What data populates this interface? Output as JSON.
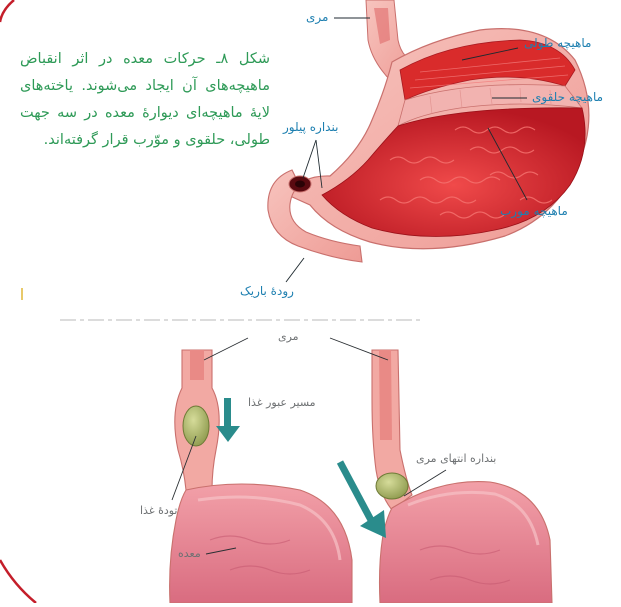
{
  "top_figure": {
    "caption": "شکل ۸ـ حرکات معده در اثر انقباض ماهیچه‌های آن ایجاد می‌شوند. یاخته‌های لایهٔ ماهیچه‌ای دیوارهٔ معده در سه جهت طولی، حلقوی و موّرب قرار گرفته‌اند.",
    "labels": {
      "esophagus": "مری",
      "longitudinal_muscle": "ماهیچه طولی",
      "circular_muscle": "ماهیچه حلقوی",
      "oblique_muscle": "ماهیچه مورب",
      "pyloric_sphincter": "بنداره پیلور",
      "small_intestine": "رودهٔ باریک"
    }
  },
  "bottom_figure": {
    "labels": {
      "esophagus": "مری",
      "food_path": "مسیر عبور غذا",
      "food_bolus": "تودهٔ غذا",
      "stomach": "معده",
      "lower_esophageal_sphincter": "بنداره انتهای مری"
    }
  },
  "colors": {
    "caption_text": "#2e9a57",
    "label_text": "#1d7fb0",
    "muscle_red": "#d2232b",
    "tissue_pink": "#f2a9a3",
    "arrow_teal": "#2a8c8c",
    "frame_red": "#c41e2a"
  }
}
